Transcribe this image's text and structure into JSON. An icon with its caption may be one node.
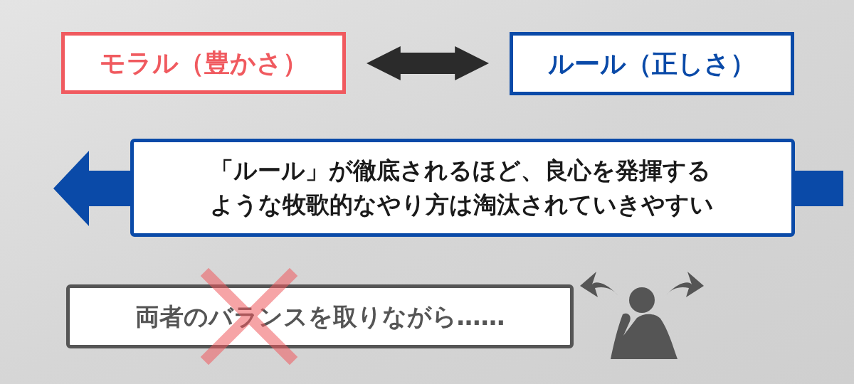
{
  "diagram": {
    "nodes": [
      {
        "text": [
          "モラル（豊かさ）"
        ]
      },
      {
        "text": [
          "ルール（正しさ）"
        ]
      },
      {
        "text": [
          "「ルール」が徹底されるほど、良心を発揮するような牧歌的なやり方は淘汰されていきやすい"
        ]
      },
      {
        "text": [
          "両者のバランスを取りながら……"
        ]
      }
    ],
    "edges": [
      {
        "from": 0,
        "to": 1,
        "arrow": "both"
      }
    ]
  }
}
